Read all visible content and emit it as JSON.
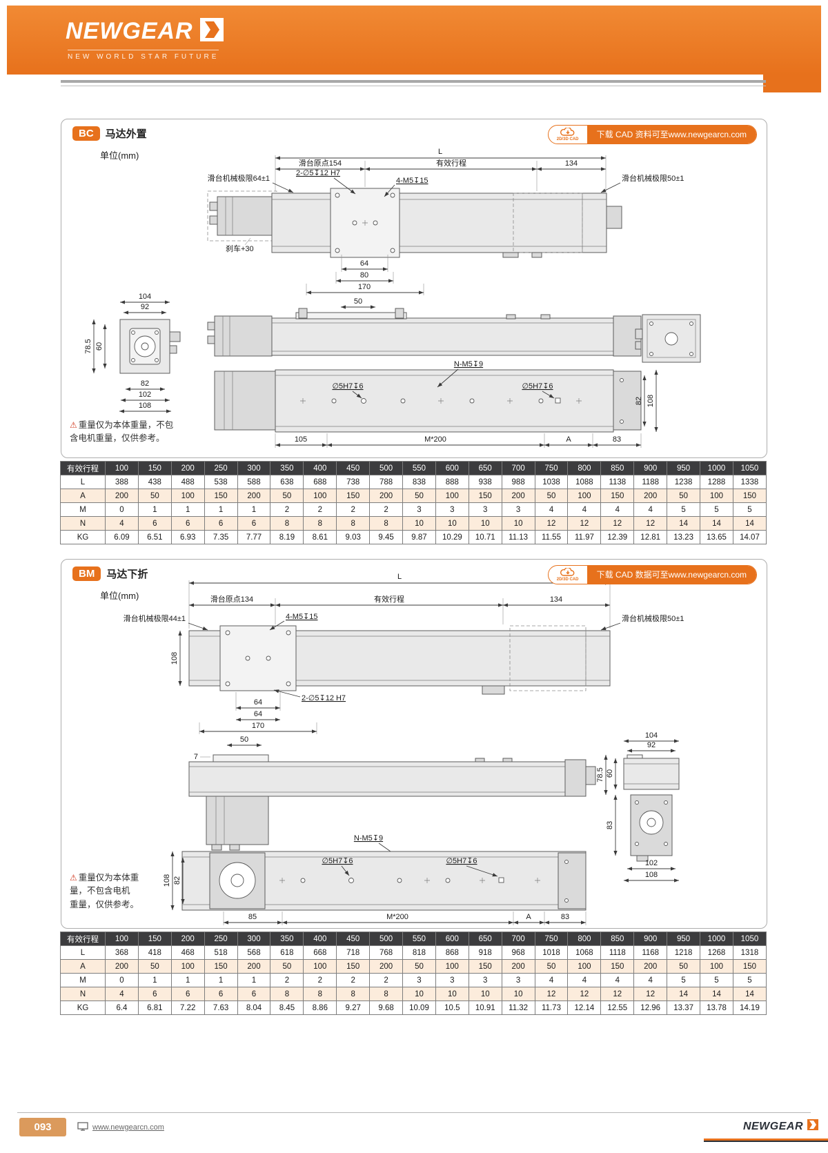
{
  "header": {
    "brand": "NEWGEAR",
    "tagline": "NEW WORLD STAR FUTURE"
  },
  "footer": {
    "page_number": "093",
    "url": "www.newgearcn.com",
    "brand": "NEWGEAR"
  },
  "sections": {
    "bc": {
      "badge": "BC",
      "title": "马达外置",
      "unit": "单位(mm)",
      "cad_badge": "2D/3D CAD",
      "cad_text": "下载 CAD 资料可至www.newgearcn.com",
      "note_lines": [
        "重量仅为本体重量，不包",
        "含电机重量，仅供参考。"
      ],
      "dims": {
        "L": "L",
        "origin": "滑台原点154",
        "stroke_label": "有效行程",
        "d134": "134",
        "limit_left": "滑台机械极限64±1",
        "holes_2": "2-∅5↧12 H7",
        "holes_4": "4-M5↧15",
        "limit_right": "滑台机械极限50±1",
        "brake": "刹车+30",
        "d64": "64",
        "d80": "80",
        "d170": "170",
        "d50": "50",
        "d104": "104",
        "d92": "92",
        "d78_5": "78.5",
        "d60": "60",
        "d82_side": "82",
        "d102": "102",
        "d108_side": "108",
        "n_m5": "N-M5↧9",
        "hole_5h7_a": "∅5H7↧6",
        "hole_5h7_b": "∅5H7↧6",
        "d82_bottom": "82",
        "d108_bottom": "108",
        "d105": "105",
        "m200": "M*200",
        "A": "A",
        "d83": "83"
      },
      "table": {
        "header_label": "有效行程",
        "strokes": [
          "100",
          "150",
          "200",
          "250",
          "300",
          "350",
          "400",
          "450",
          "500",
          "550",
          "600",
          "650",
          "700",
          "750",
          "800",
          "850",
          "900",
          "950",
          "1000",
          "1050"
        ],
        "rows": [
          {
            "label": "L",
            "values": [
              "388",
              "438",
              "488",
              "538",
              "588",
              "638",
              "688",
              "738",
              "788",
              "838",
              "888",
              "938",
              "988",
              "1038",
              "1088",
              "1138",
              "1188",
              "1238",
              "1288",
              "1338"
            ]
          },
          {
            "label": "A",
            "values": [
              "200",
              "50",
              "100",
              "150",
              "200",
              "50",
              "100",
              "150",
              "200",
              "50",
              "100",
              "150",
              "200",
              "50",
              "100",
              "150",
              "200",
              "50",
              "100",
              "150"
            ]
          },
          {
            "label": "M",
            "values": [
              "0",
              "1",
              "1",
              "1",
              "1",
              "2",
              "2",
              "2",
              "2",
              "3",
              "3",
              "3",
              "3",
              "4",
              "4",
              "4",
              "4",
              "5",
              "5",
              "5"
            ]
          },
          {
            "label": "N",
            "values": [
              "4",
              "6",
              "6",
              "6",
              "6",
              "8",
              "8",
              "8",
              "8",
              "10",
              "10",
              "10",
              "10",
              "12",
              "12",
              "12",
              "12",
              "14",
              "14",
              "14"
            ]
          },
          {
            "label": "KG",
            "values": [
              "6.09",
              "6.51",
              "6.93",
              "7.35",
              "7.77",
              "8.19",
              "8.61",
              "9.03",
              "9.45",
              "9.87",
              "10.29",
              "10.71",
              "11.13",
              "11.55",
              "11.97",
              "12.39",
              "12.81",
              "13.23",
              "13.65",
              "14.07"
            ]
          }
        ]
      }
    },
    "bm": {
      "badge": "BM",
      "title": "马达下折",
      "unit": "单位(mm)",
      "cad_badge": "2D/3D CAD",
      "cad_text": "下载 CAD 数据可至www.newgearcn.com",
      "note_lines": [
        "重量仅为本体重",
        "量，不包含电机",
        "重量，仅供参考。"
      ],
      "dims": {
        "L": "L",
        "origin": "滑台原点134",
        "stroke_label": "有效行程",
        "d134": "134",
        "limit_left": "滑台机械极限44±1",
        "holes_4": "4-M5↧15",
        "limit_right": "滑台机械极限50±1",
        "d108_top": "108",
        "holes_2": "2-∅5↧12 H7",
        "d64a": "64",
        "d64b": "64",
        "d170": "170",
        "d50": "50",
        "d7": "7",
        "n_m5": "N-M5↧9",
        "hole_5h7_a": "∅5H7↧6",
        "hole_5h7_b": "∅5H7↧6",
        "d108_bottom": "108",
        "d82_bottom": "82",
        "d85": "85",
        "m200": "M*200",
        "A": "A",
        "d83": "83",
        "d104": "104",
        "d92": "92",
        "d78_5": "78.5",
        "d60": "60",
        "d83_side": "83",
        "d102": "102",
        "d108_side": "108"
      },
      "table": {
        "header_label": "有效行程",
        "strokes": [
          "100",
          "150",
          "200",
          "250",
          "300",
          "350",
          "400",
          "450",
          "500",
          "550",
          "600",
          "650",
          "700",
          "750",
          "800",
          "850",
          "900",
          "950",
          "1000",
          "1050"
        ],
        "rows": [
          {
            "label": "L",
            "values": [
              "368",
              "418",
              "468",
              "518",
              "568",
              "618",
              "668",
              "718",
              "768",
              "818",
              "868",
              "918",
              "968",
              "1018",
              "1068",
              "1118",
              "1168",
              "1218",
              "1268",
              "1318"
            ]
          },
          {
            "label": "A",
            "values": [
              "200",
              "50",
              "100",
              "150",
              "200",
              "50",
              "100",
              "150",
              "200",
              "50",
              "100",
              "150",
              "200",
              "50",
              "100",
              "150",
              "200",
              "50",
              "100",
              "150"
            ]
          },
          {
            "label": "M",
            "values": [
              "0",
              "1",
              "1",
              "1",
              "1",
              "2",
              "2",
              "2",
              "2",
              "3",
              "3",
              "3",
              "3",
              "4",
              "4",
              "4",
              "4",
              "5",
              "5",
              "5"
            ]
          },
          {
            "label": "N",
            "values": [
              "4",
              "6",
              "6",
              "6",
              "6",
              "8",
              "8",
              "8",
              "8",
              "10",
              "10",
              "10",
              "10",
              "12",
              "12",
              "12",
              "12",
              "14",
              "14",
              "14"
            ]
          },
          {
            "label": "KG",
            "values": [
              "6.4",
              "6.81",
              "7.22",
              "7.63",
              "8.04",
              "8.45",
              "8.86",
              "9.27",
              "9.68",
              "10.09",
              "10.5",
              "10.91",
              "11.32",
              "11.73",
              "12.14",
              "12.55",
              "12.96",
              "13.37",
              "13.78",
              "14.19"
            ]
          }
        ]
      }
    }
  }
}
